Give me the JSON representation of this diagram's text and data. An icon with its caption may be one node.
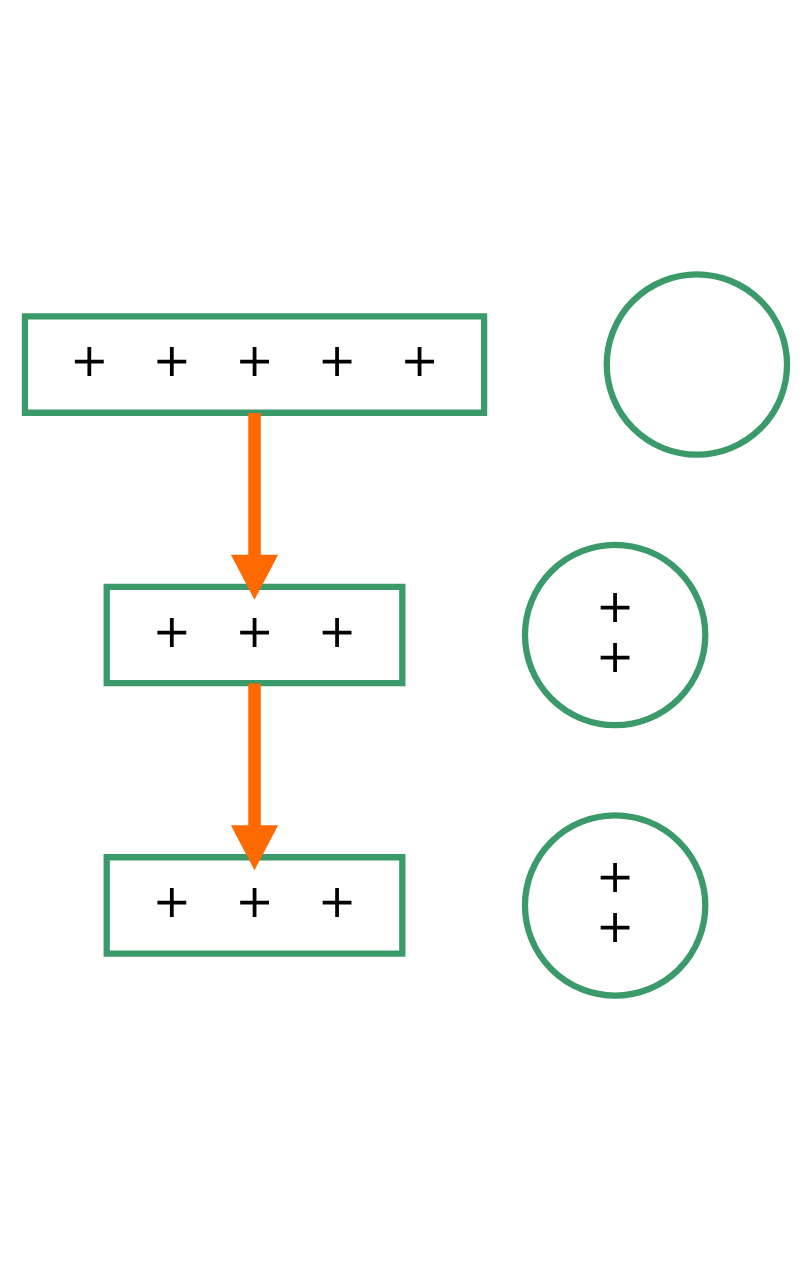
{
  "diagram": {
    "nodes": [
      {
        "text": [
          "+ + + + +"
        ]
      },
      {
        "text": [],
        "shape": "circle"
      },
      {
        "text": [
          "+ + +"
        ]
      },
      {
        "text": [
          "+ +"
        ]
      },
      {
        "text": [
          "+ + +"
        ]
      },
      {
        "text": [
          "+ +"
        ]
      }
    ],
    "edges": [
      {
        "from": 0,
        "to": 2,
        "arrow": "to"
      },
      {
        "from": 2,
        "to": 4,
        "arrow": "to"
      }
    ]
  }
}
